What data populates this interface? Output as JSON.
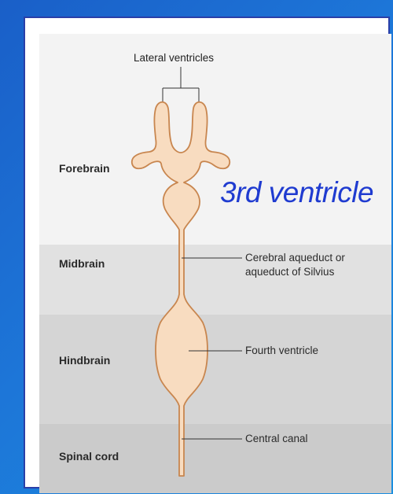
{
  "labels": {
    "lateral_ventricles": "Lateral ventricles",
    "third_ventricle": "3rd ventricle",
    "cerebral_aqueduct_line1": "Cerebral aqueduct or",
    "cerebral_aqueduct_line2": "aqueduct of Silvius",
    "fourth_ventricle": "Fourth ventricle",
    "central_canal": "Central canal"
  },
  "regions": {
    "forebrain": "Forebrain",
    "midbrain": "Midbrain",
    "hindbrain": "Hindbrain",
    "spinal_cord": "Spinal cord"
  },
  "colors": {
    "background": "#1d76d8",
    "ventricle_fill": "#f8dcc0",
    "ventricle_stroke": "#c8864f",
    "highlight_text": "#1f3bd0"
  }
}
